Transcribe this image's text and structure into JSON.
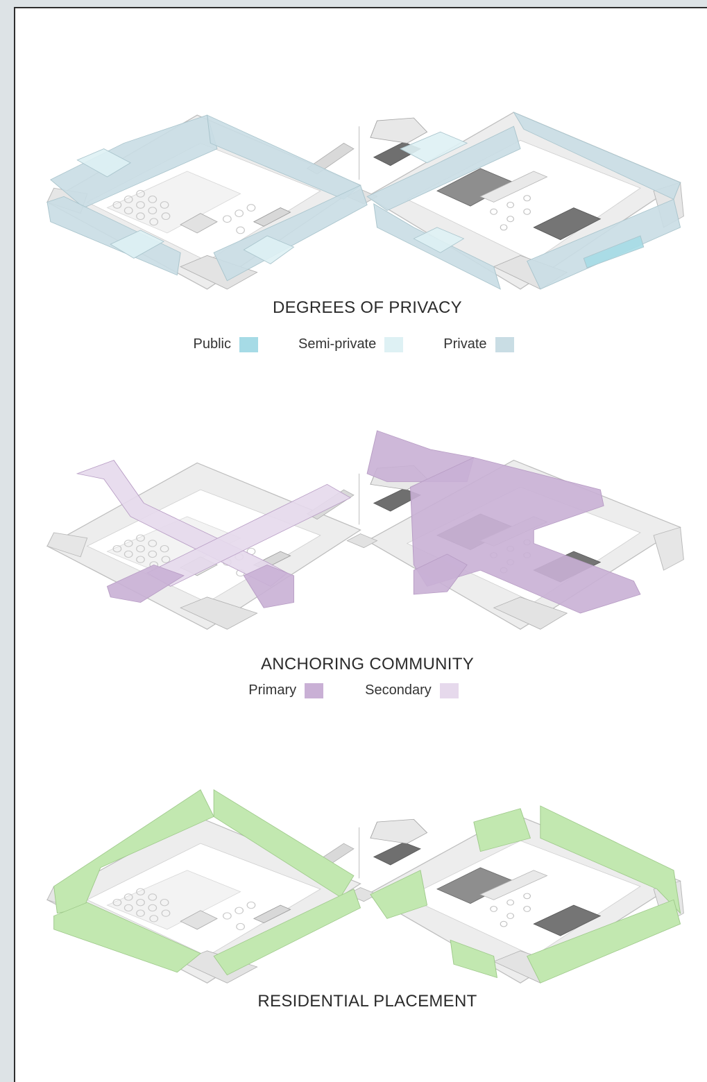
{
  "panels": [
    {
      "title": "DEGREES OF PRIVACY",
      "legend": [
        {
          "label": "Public",
          "color": "#a6dbe6"
        },
        {
          "label": "Semi-private",
          "color": "#def1f4"
        },
        {
          "label": "Private",
          "color": "#c9dde4"
        }
      ]
    },
    {
      "title": "ANCHORING COMMUNITY",
      "legend": [
        {
          "label": "Primary",
          "color": "#c9b0d5"
        },
        {
          "label": "Secondary",
          "color": "#e6d9ec"
        }
      ]
    },
    {
      "title": "RESIDENTIAL PLACEMENT",
      "legend": []
    }
  ],
  "colors": {
    "building_gray": "#e4e4e4",
    "building_edge": "#bdbdbd",
    "residential_green": "#c2e8b0",
    "court_dark": "#6f6f6f"
  }
}
